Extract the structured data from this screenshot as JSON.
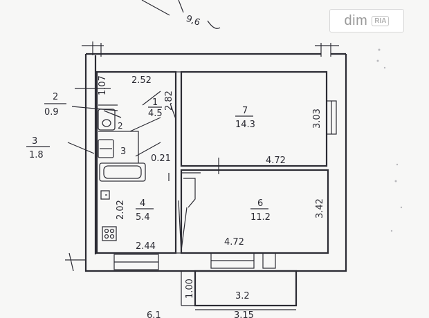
{
  "watermark": {
    "text": "dim",
    "badge": "RIA"
  },
  "scribble": "9,6",
  "labels": {
    "room1_num": "1",
    "room1_area": "4.5",
    "room2_num": "2",
    "room3_num": "3",
    "room4_num": "4",
    "room4_area": "5.4",
    "room6_num": "6",
    "room6_area": "11.2",
    "room7_num": "7",
    "room7_area": "14.3",
    "left_2_num": "2",
    "left_2_val": "0.9",
    "left_3_num": "3",
    "left_3_val": "1.8",
    "dim_252": "2.52",
    "dim_107": "1.07",
    "dim_282": "2.82",
    "dim_303": "3.03",
    "dim_472a": "4.72",
    "dim_021": "0.21",
    "dim_202": "2.02",
    "dim_244": "2.44",
    "dim_472b": "4.72",
    "dim_342": "3.42",
    "dim_100": "1.00",
    "dim_32": "3.2",
    "dim_315": "3.15",
    "dim_bottom": "6.1"
  }
}
